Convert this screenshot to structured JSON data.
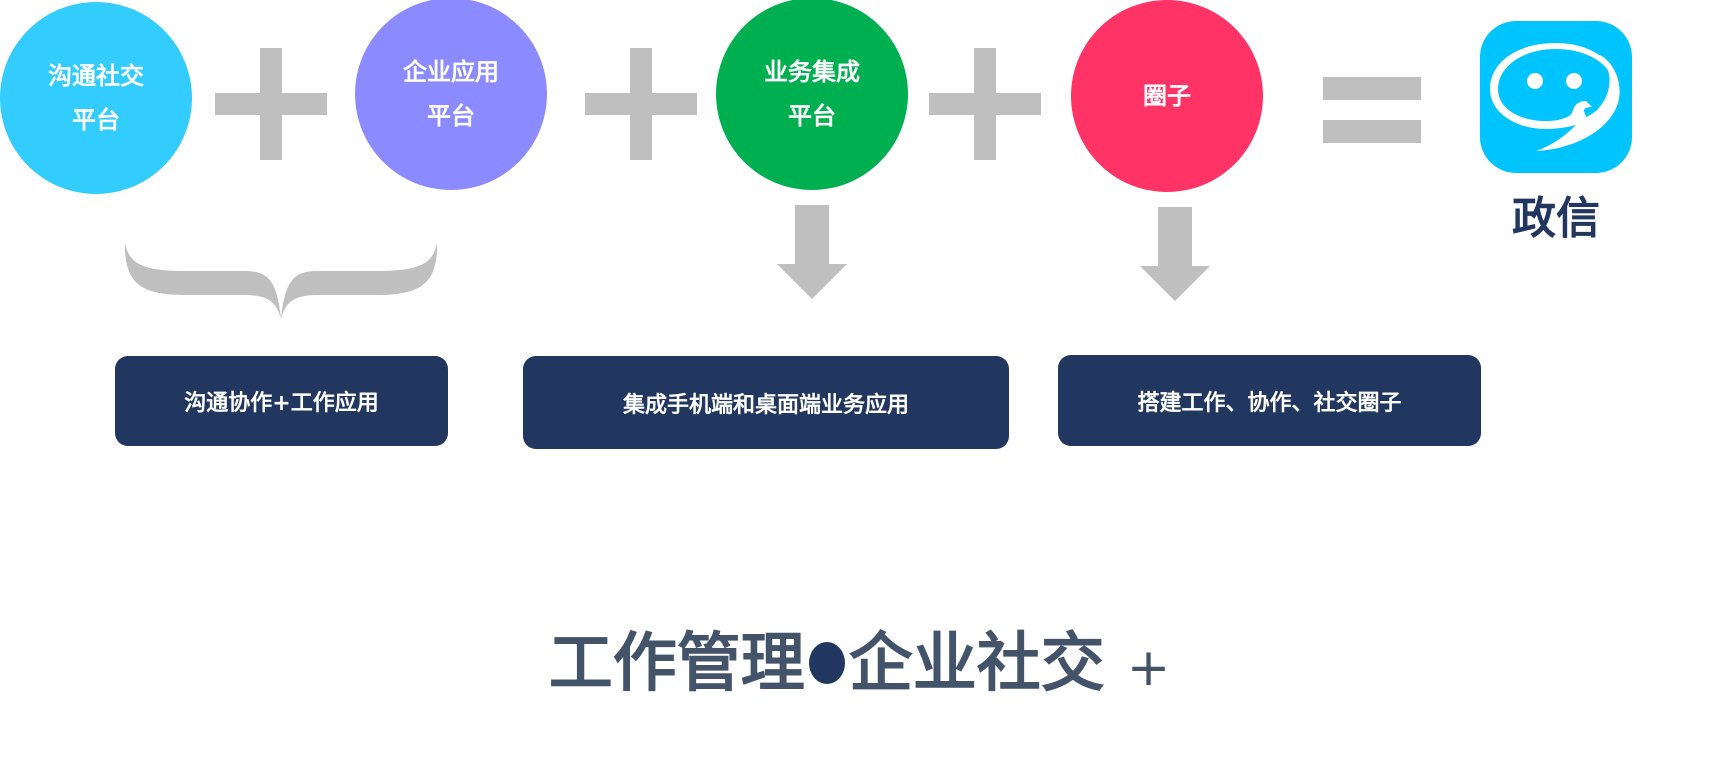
{
  "circles": [
    {
      "line1": "沟通社交",
      "line2": "平台",
      "color": "#33ccff"
    },
    {
      "line1": "企业应用",
      "line2": "平台",
      "color": "#8b8bff"
    },
    {
      "line1": "业务集成",
      "line2": "平台",
      "color": "#00b050"
    },
    {
      "line1": "圈子",
      "line2": "",
      "color": "#ff3366"
    }
  ],
  "result": {
    "app_name": "政信",
    "icon_color": "#00c4ff"
  },
  "boxes": [
    {
      "label": "沟通协作+工作应用"
    },
    {
      "label": "集成手机端和桌面端业务应用"
    },
    {
      "label": "搭建工作、协作、社交圈子"
    }
  ],
  "footer": {
    "part1": "工作管理",
    "part2": "企业社交",
    "plus": "+"
  }
}
